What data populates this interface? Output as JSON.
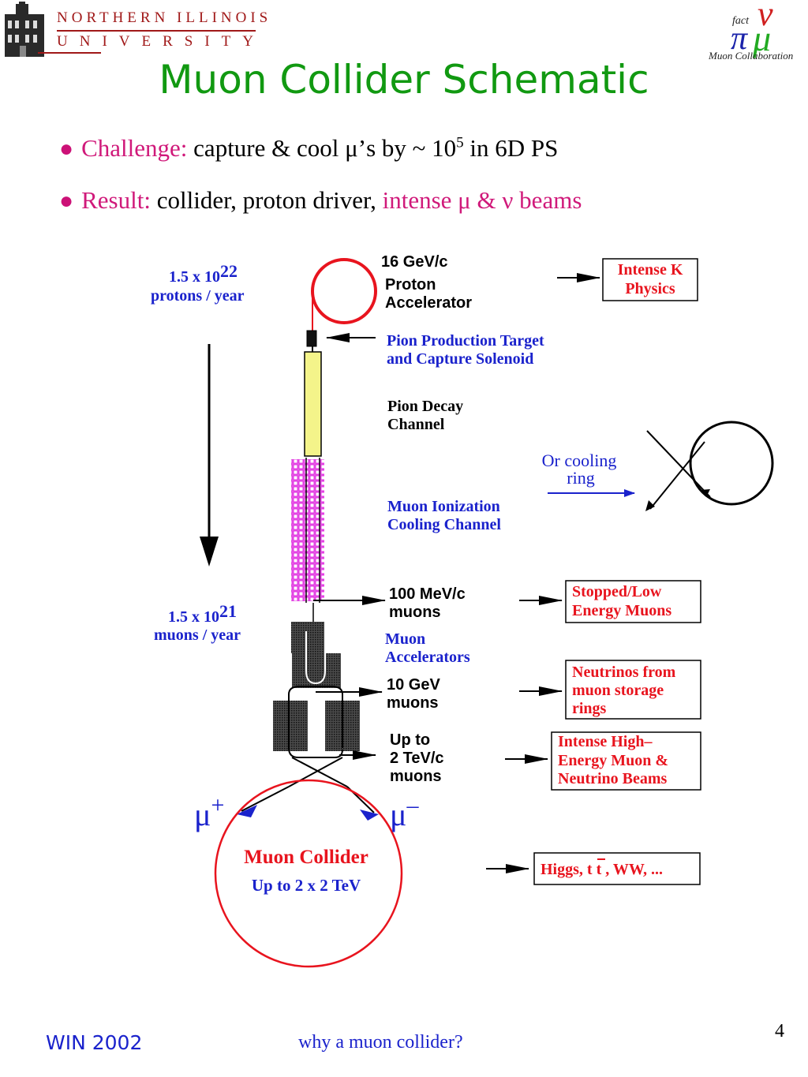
{
  "header": {
    "university_line1": "NORTHERN ILLINOIS",
    "university_line2": "UNIVERSITY",
    "collab_fact": "fact",
    "collab_name": "Muon Collaboration"
  },
  "title": "Muon Collider Schematic",
  "bullets": [
    {
      "label": "Challenge:",
      "text_a": "capture & cool μ’s by ~ 10",
      "sup": "5",
      "text_b": " in 6D PS"
    },
    {
      "label": "Result:",
      "text_a": "collider, proton driver,",
      "highlight": "intense μ & ν beams"
    }
  ],
  "diagram": {
    "protons_rate": "1.5 x 10",
    "protons_exp": "22",
    "protons_unit": "protons / year",
    "muons_rate": "1.5 x 10",
    "muons_exp": "21",
    "muons_unit": "muons / year",
    "proton_momentum": "16 GeV/c",
    "proton_line1": "Proton",
    "proton_line2": "Accelerator",
    "target_line1": "Pion Production Target",
    "target_line2": "and Capture Solenoid",
    "decay_line1": "Pion Decay",
    "decay_line2": "Channel",
    "cooling_ring_line1": "Or cooling",
    "cooling_ring_line2": "ring",
    "ionization_line1": "Muon Ionization",
    "ionization_line2": "Cooling Channel",
    "mev_line1": "100 MeV/c",
    "mev_line2": "muons",
    "accel_line1": "Muon",
    "accel_line2": "Accelerators",
    "gev_line1": "10 GeV",
    "gev_line2": "muons",
    "tev_line1": "Up to",
    "tev_line2": "2  TeV/c",
    "tev_line3": "muons",
    "mu_plus": "μ",
    "plus_sign": "+",
    "mu_minus": "μ",
    "minus_sign": "–",
    "collider_name": "Muon Collider",
    "collider_energy": "Up to  2 x 2 TeV",
    "box_k_line1": "Intense K",
    "box_k_line2": "Physics",
    "box_stopped_line1": "Stopped/Low",
    "box_stopped_line2": "Energy Muons",
    "box_nu_line1": "Neutrinos from",
    "box_nu_line2": "muon storage",
    "box_nu_line3": "rings",
    "box_he_line1": "Intense High–",
    "box_he_line2": "Energy  Muon &",
    "box_he_line3": "Neutrino Beams",
    "box_higgs_a": "Higgs, ",
    "box_higgs_t": "t",
    "box_higgs_b": " t , WW, ..."
  },
  "footer": {
    "left": "WIN 2002",
    "center": "why a muon collider?",
    "page": "4"
  },
  "colors": {
    "title_green": "#119911",
    "label_pink": "#d0197a",
    "label_blue": "#1a22cc",
    "box_red": "#e8141e",
    "ring_red": "#e8141e",
    "magenta": "#e030e0",
    "yellow": "#f4f48a"
  }
}
